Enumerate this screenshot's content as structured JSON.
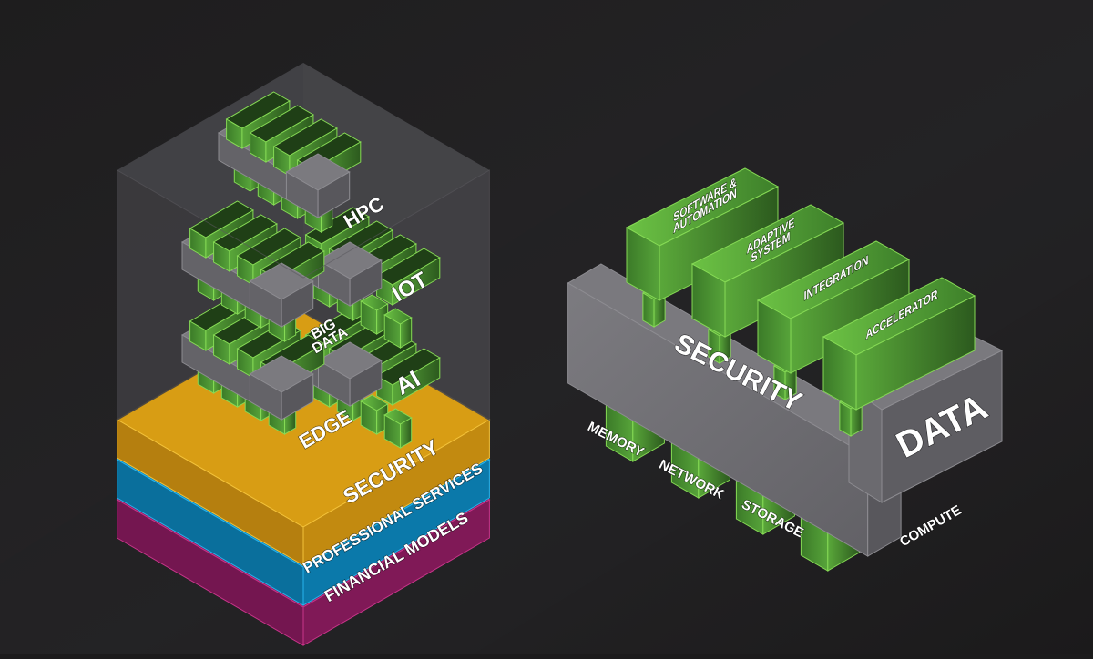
{
  "title": "Isometric platform architecture diagram",
  "colors": {
    "background": "#1c1b1c",
    "green": "#5aa83a",
    "green_dark": "#2f6220",
    "green_edge": "#7fd350",
    "gray": "#6e6d72",
    "gray_dark": "#545358",
    "gray_light": "#7f7e83",
    "glass": "#4a494d",
    "security_layer": "#d89d14",
    "professional_services_layer": "#0b83b8",
    "financial_models_layer": "#8c1b5c"
  },
  "left_diagram": {
    "workload_blocks": [
      {
        "label": "HPC"
      },
      {
        "label": "IOT"
      },
      {
        "label": "BIG\nDATA"
      },
      {
        "label": "AI"
      },
      {
        "label": "EDGE"
      }
    ],
    "base_layers": [
      {
        "label": "SECURITY"
      },
      {
        "label": "PROFESSIONAL SERVICES"
      },
      {
        "label": "FINANCIAL MODELS"
      }
    ]
  },
  "right_diagram": {
    "bar_label": "SECURITY",
    "end_block_label": "DATA",
    "top_modules": [
      {
        "label": "SOFTWARE &\nAUTOMATION"
      },
      {
        "label": "ADAPTIVE\nSYSTEM"
      },
      {
        "label": "INTEGRATION"
      },
      {
        "label": "ACCELERATOR"
      }
    ],
    "bottom_modules": [
      {
        "label": "MEMORY"
      },
      {
        "label": "NETWORK"
      },
      {
        "label": "STORAGE"
      },
      {
        "label": "COMPUTE"
      }
    ]
  }
}
